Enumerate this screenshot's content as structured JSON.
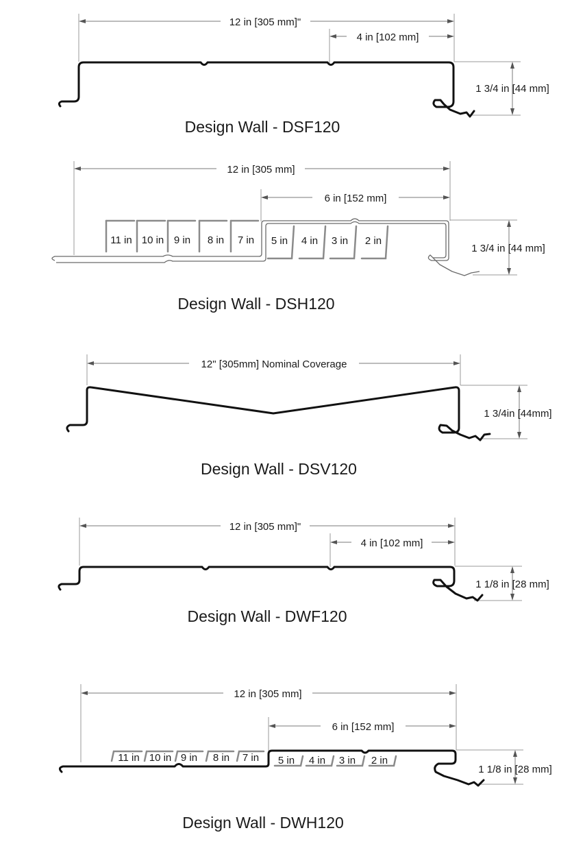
{
  "profiles": [
    {
      "title": "Design Wall - DSF120",
      "overall_dim": "12 in [305 mm]\"",
      "rib_dim": "4 in [102 mm]",
      "height_dim": "1 3/4 in [44 mm]"
    },
    {
      "title": "Design Wall - DSH120",
      "overall_dim": "12 in [305 mm]",
      "rib_dim": "6 in [152 mm]",
      "height_dim": "1 3/4 in [44 mm]",
      "steps": [
        "11 in",
        "10 in",
        "9 in",
        "8 in",
        "7 in",
        "5 in",
        "4 in",
        "3 in",
        "2 in"
      ]
    },
    {
      "title": "Design Wall - DSV120",
      "overall_dim": "12\" [305mm] Nominal Coverage",
      "height_dim": "1 3/4in [44mm]"
    },
    {
      "title": "Design Wall - DWF120",
      "overall_dim": "12 in [305 mm]\"",
      "rib_dim": "4 in [102 mm]",
      "height_dim": "1 1/8 in [28 mm]"
    },
    {
      "title": "Design Wall - DWH120",
      "overall_dim": "12 in [305 mm]",
      "rib_dim": "6 in [152 mm]",
      "height_dim": "1 1/8 in [28 mm]",
      "steps": [
        "11 in",
        "10 in",
        "9 in",
        "8 in",
        "7 in",
        "5 in",
        "4 in",
        "3 in",
        "2 in"
      ]
    }
  ]
}
